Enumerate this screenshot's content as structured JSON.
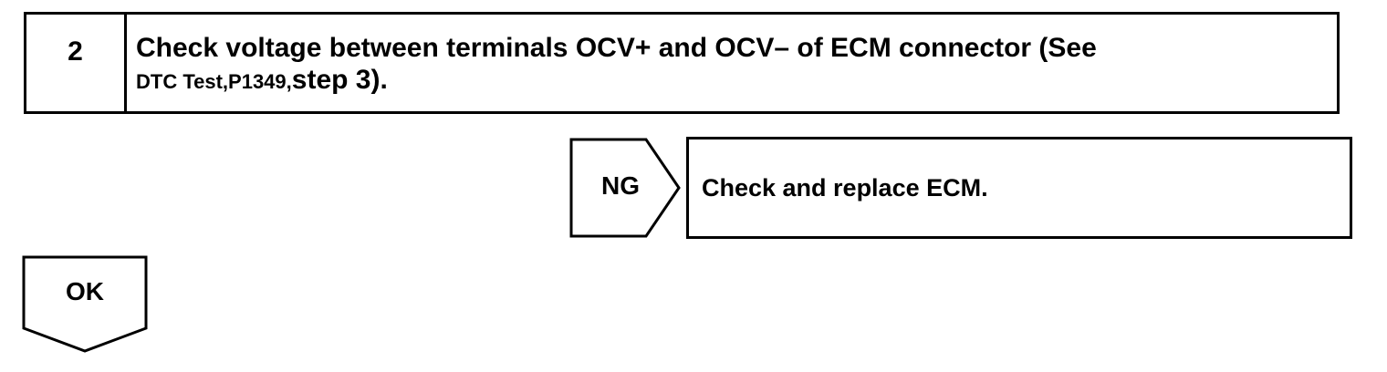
{
  "step": {
    "number": "2",
    "line1": "Check voltage between terminals OCV+ and OCV– of ECM connector (See",
    "line2_small": "DTC Test,P1349,",
    "line2_big": "step 3)."
  },
  "ng_branch": {
    "label": "NG",
    "action": "Check and replace ECM."
  },
  "ok_branch": {
    "label": "OK"
  }
}
